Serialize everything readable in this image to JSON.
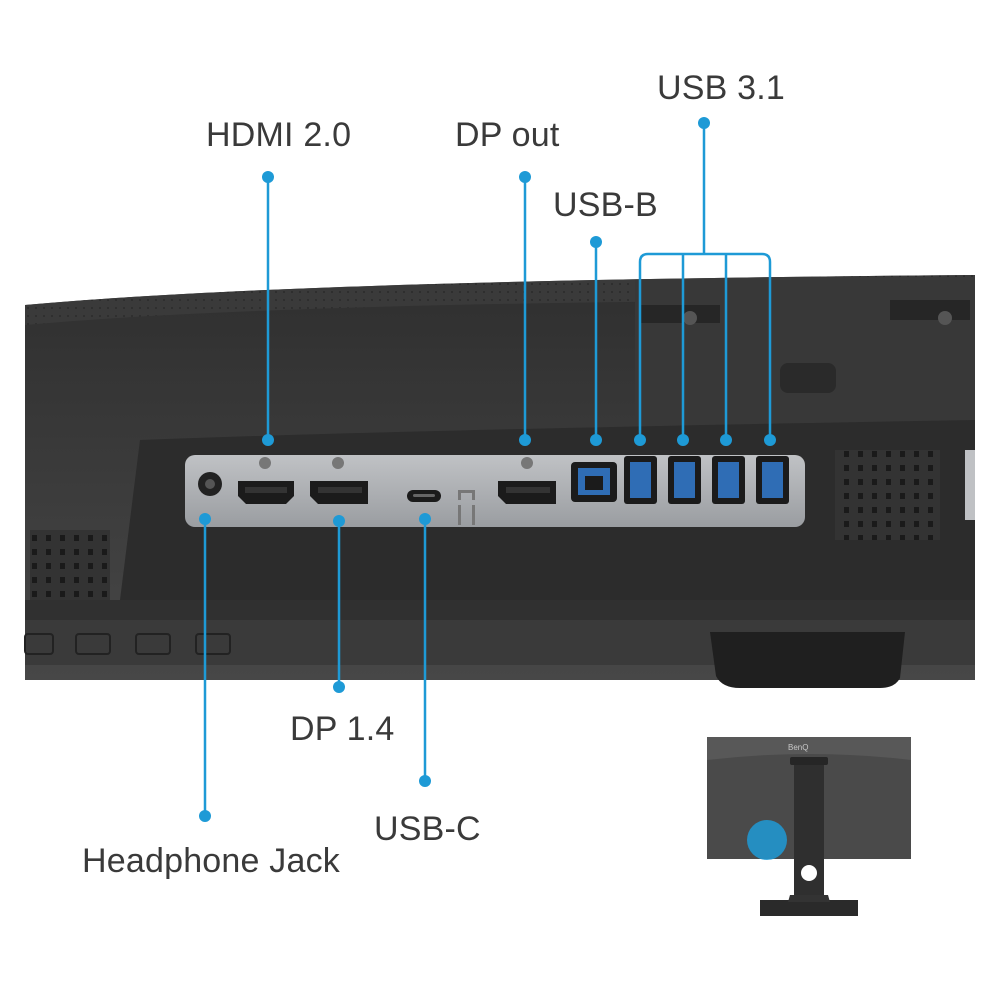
{
  "colors": {
    "accent": "#1e9ad6",
    "monitor_body": "#3d3d3d",
    "port_panel": "#a9acb0",
    "label_text": "#3a3a3a"
  },
  "callouts": [
    {
      "id": "hdmi",
      "label": "HDMI 2.0"
    },
    {
      "id": "dp-out",
      "label": "DP out"
    },
    {
      "id": "usb-b",
      "label": "USB-B"
    },
    {
      "id": "usb31",
      "label": "USB 3.1"
    },
    {
      "id": "dp14",
      "label": "DP 1.4"
    },
    {
      "id": "usb-c",
      "label": "USB-C"
    },
    {
      "id": "headphone",
      "label": "Headphone Jack"
    }
  ],
  "inset": {
    "brand": "BenQ"
  }
}
